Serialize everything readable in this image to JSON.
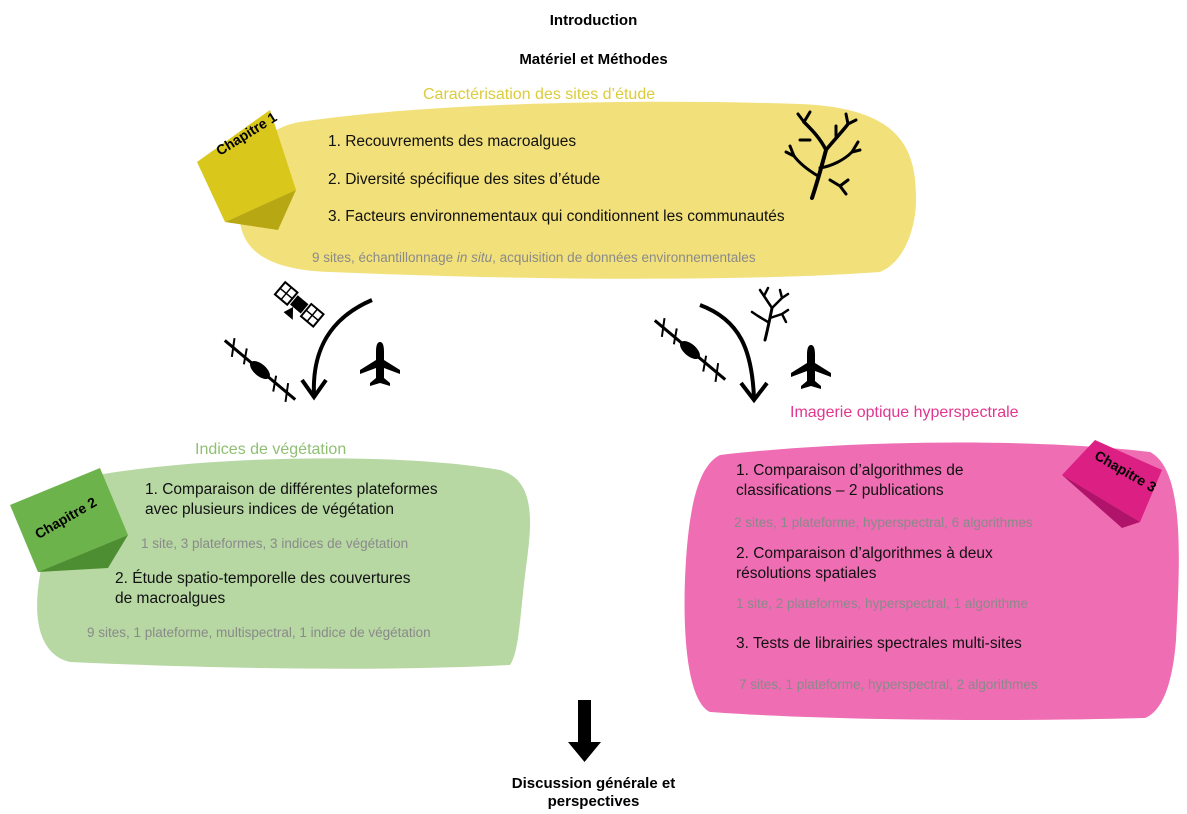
{
  "header": {
    "intro": "Introduction",
    "methods": "Matériel et Méthodes"
  },
  "chapter1": {
    "section_title": "Caractérisation des sites d’étude",
    "tab": "Chapitre 1",
    "items": [
      "1. Recouvrements des macroalgues",
      "2. Diversité spécifique des sites d’étude",
      "3. Facteurs environnementaux qui conditionnent les communautés"
    ],
    "note_before": "9 sites, échantillonnage ",
    "note_italic": "in situ",
    "note_after": ", acquisition de données environnementales",
    "color": "#F2E07A"
  },
  "chapter2": {
    "section_title": "Indices de végétation",
    "tab": "Chapitre 2",
    "item1_line1": "1. Comparaison de différentes plateformes",
    "item1_line2": "avec plusieurs indices de végétation",
    "note1": "1 site, 3 plateformes, 3 indices de végétation",
    "item2_line1": "2. Étude spatio-temporelle des couvertures",
    "item2_line2": "de macroalgues",
    "note2": "9 sites, 1 plateforme, multispectral, 1 indice de végétation",
    "color": "#B7D7A3"
  },
  "chapter3": {
    "section_title": "Imagerie optique hyperspectrale",
    "tab": "Chapitre 3",
    "item1_line1": "1. Comparaison d’algorithmes de",
    "item1_line2": "classifications – 2 publications",
    "note1": "2 sites, 1 plateforme, hyperspectral, 6 algorithmes",
    "item2_line1": "2. Comparaison d’algorithmes à deux",
    "item2_line2": "résolutions spatiales",
    "note2": "1 site, 2 plateformes, hyperspectral, 1 algorithme",
    "item3": "3. Tests de librairies spectrales multi-sites",
    "note3": "7 sites, 1 plateforme, hyperspectral, 2 algorithmes",
    "color": "#EE6DB3"
  },
  "footer": {
    "line1": "Discussion générale et",
    "line2": "perspectives"
  },
  "icons": [
    "seaweed-icon",
    "satellite-icon",
    "drone-icon",
    "airplane-icon",
    "down-arrow-icon"
  ]
}
